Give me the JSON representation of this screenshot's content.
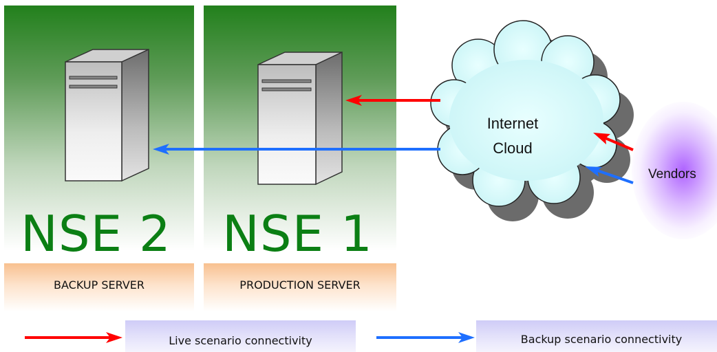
{
  "nodes": {
    "nse2": {
      "title": "NSE 2",
      "role": "BACKUP SERVER"
    },
    "nse1": {
      "title": "NSE 1",
      "role": "PRODUCTION SERVER"
    },
    "cloud": {
      "line1": "Internet",
      "line2": "Cloud"
    },
    "vendors": {
      "label": "Vendors"
    }
  },
  "legend": {
    "live": {
      "label": "Live scenario connectivity",
      "color": "#ff0000"
    },
    "backup": {
      "label": "Backup scenario connectivity",
      "color": "#1e6fff"
    }
  },
  "colors": {
    "panel_green": "#22801c",
    "title_green": "#0b7f14",
    "role_orange": "#f8c08f",
    "cloud_fill": "#d7fbfb",
    "vendors_glow": "#aa5aff"
  }
}
